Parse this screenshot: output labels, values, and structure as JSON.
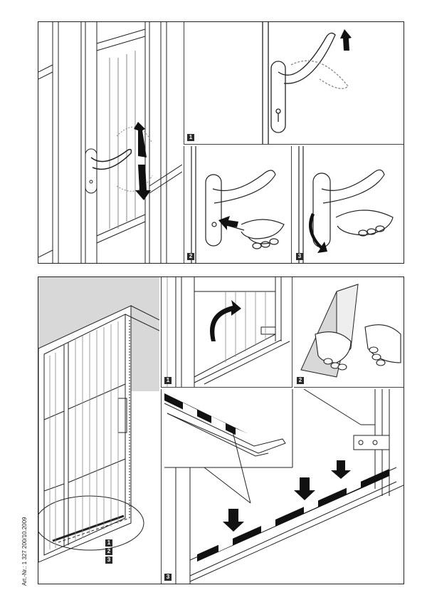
{
  "top_section": {
    "steps": [
      {
        "number": "1"
      },
      {
        "number": "2"
      },
      {
        "number": "3"
      }
    ]
  },
  "bottom_section": {
    "steps": [
      {
        "number": "1"
      },
      {
        "number": "2"
      },
      {
        "number": "3"
      }
    ],
    "overview_steps": [
      "1",
      "2",
      "3"
    ]
  },
  "footer": {
    "article_number": "Art.-Nr.: 1 327 200/10.2009"
  },
  "colors": {
    "line": "#222222",
    "shade": "#d8d8d8",
    "arrow": "#111111"
  }
}
